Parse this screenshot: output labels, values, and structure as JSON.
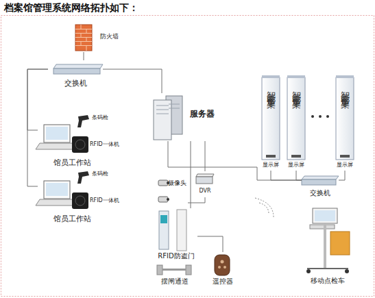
{
  "diagram": {
    "title": "档案馆管理系统网络拓扑如下：",
    "nodes": [
      {
        "text": [
          "防火墙"
        ]
      },
      {
        "text": [
          "交换机"
        ]
      },
      {
        "text": [
          "服务器"
        ]
      },
      {
        "text": [
          "智能密集架"
        ]
      },
      {
        "text": [
          "智能密集架"
        ]
      },
      {
        "text": [
          "智能密集架"
        ]
      },
      {
        "text": [
          "显示屏"
        ]
      },
      {
        "text": [
          "显示屏"
        ]
      },
      {
        "text": [
          "显示屏"
        ]
      },
      {
        "text": [
          "馆员工作站"
        ]
      },
      {
        "text": [
          "条码枪"
        ],
        "in": 9
      },
      {
        "text": [
          "RFID一体机"
        ],
        "in": 9
      },
      {
        "text": [
          "馆员工作站"
        ]
      },
      {
        "text": [
          "条码枪"
        ],
        "in": 12
      },
      {
        "text": [
          "RFID一体机"
        ],
        "in": 12
      },
      {
        "text": [
          "摄像头"
        ]
      },
      {
        "text": [
          "DVR"
        ]
      },
      {
        "text": [
          "交换机"
        ]
      },
      {
        "text": [
          "RFID防盗门"
        ]
      },
      {
        "text": [
          "摆闸通道"
        ]
      },
      {
        "text": [
          "遥控器"
        ]
      },
      {
        "text": [
          "移动点检车"
        ]
      }
    ],
    "edges": [
      {
        "from": 0,
        "to": 1,
        "arrow": "none"
      },
      {
        "from": 1,
        "to": 2,
        "arrow": "none"
      },
      {
        "from": 1,
        "to": 9,
        "arrow": "none"
      },
      {
        "from": 1,
        "to": 12,
        "arrow": "none"
      },
      {
        "from": 2,
        "to": 17,
        "arrow": "none"
      },
      {
        "from": 2,
        "to": 16,
        "arrow": "none"
      },
      {
        "from": 16,
        "to": 15,
        "arrow": "none"
      },
      {
        "from": 2,
        "to": 18,
        "arrow": "none"
      },
      {
        "from": 18,
        "to": 20,
        "arrow": "none"
      },
      {
        "from": 6,
        "to": 17,
        "arrow": "none"
      },
      {
        "from": 7,
        "to": 17,
        "arrow": "none"
      },
      {
        "from": 8,
        "to": 17,
        "arrow": "none"
      }
    ]
  }
}
